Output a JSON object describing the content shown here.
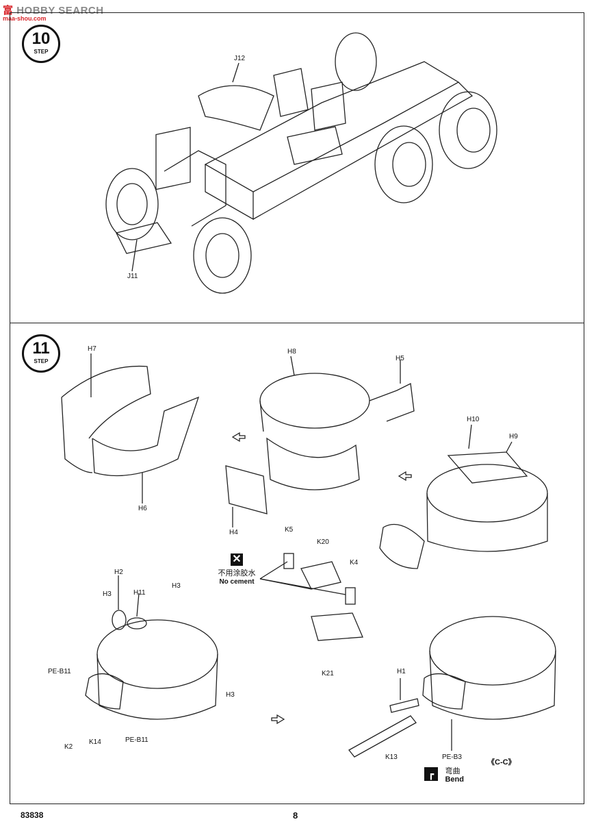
{
  "watermark": {
    "brand_cn": "富",
    "brand_en": "HOBBY SEARCH",
    "url": "maa-shou.com"
  },
  "steps": [
    {
      "number": "10",
      "label": "STEP"
    },
    {
      "number": "11",
      "label": "STEP"
    }
  ],
  "step10_parts": {
    "j12": "J12",
    "j11": "J11"
  },
  "step11_parts": {
    "h7": "H7",
    "h6": "H6",
    "h8": "H8",
    "h5": "H5",
    "h4": "H4",
    "h10": "H10",
    "h9": "H9",
    "k5": "K5",
    "k20": "K20",
    "k4": "K4",
    "k21": "K21",
    "h2": "H2",
    "h3a": "H3",
    "h11": "H11",
    "h3b": "H3",
    "h3c": "H3",
    "pe_b11a": "PE-B11",
    "pe_b11b": "PE-B11",
    "k2": "K2",
    "k14": "K14",
    "h1": "H1",
    "k13": "K13",
    "pe_b3": "PE-B3"
  },
  "notes": {
    "no_cement_cn": "不用涂胶水",
    "no_cement_en": "No cement",
    "bend_cn": "弯曲",
    "bend_en": "Bend",
    "cc": "《C-C》"
  },
  "footer": {
    "code": "83838",
    "page": "8"
  }
}
